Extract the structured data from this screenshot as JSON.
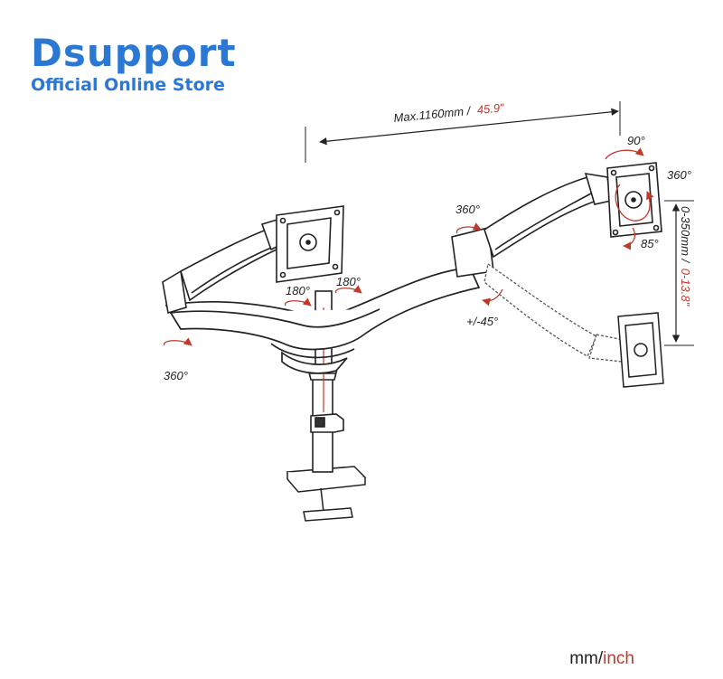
{
  "brand": {
    "name": "Dsupport",
    "subtitle": "Official Online Store",
    "color": "#2b78d4"
  },
  "dimensions": {
    "width_mm": "Max.1160mm /",
    "width_in": "45.9\"",
    "height_mm": "0-350mm /",
    "height_in": "0-13.8\""
  },
  "angles": {
    "top_tilt": "90°",
    "right_rotate": "360°",
    "tilt_down": "85°",
    "mid_swivel": "360°",
    "center_left": "180°",
    "center_right": "180°",
    "left_base": "360°",
    "arm_tilt": "+/-45°"
  },
  "units": {
    "primary": "mm",
    "separator": "/",
    "secondary": "inch"
  },
  "colors": {
    "accent_red": "#c0392b",
    "line": "#222222"
  }
}
